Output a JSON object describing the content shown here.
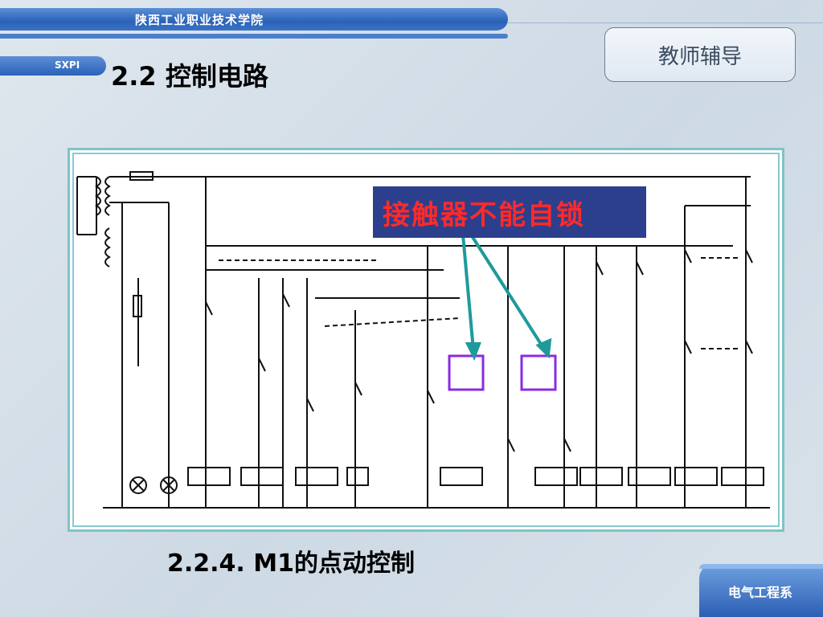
{
  "header": {
    "school_name": "陕西工业职业技术学院",
    "school_abbr": "SXPI",
    "section_title": "2.2  控制电路"
  },
  "guide_button": {
    "label": "教师辅导"
  },
  "callout": {
    "text": "接触器不能自锁"
  },
  "subtitle": {
    "text": "2.2.4. M1的点动控制"
  },
  "footer": {
    "department": "电气工程系"
  },
  "colors": {
    "brand_blue": "#2a62b8",
    "callout_bg": "#2b3f8c",
    "callout_text": "#ff2a2a",
    "highlight_box": "#8a2be2",
    "arrow": "#1f9a9a"
  }
}
